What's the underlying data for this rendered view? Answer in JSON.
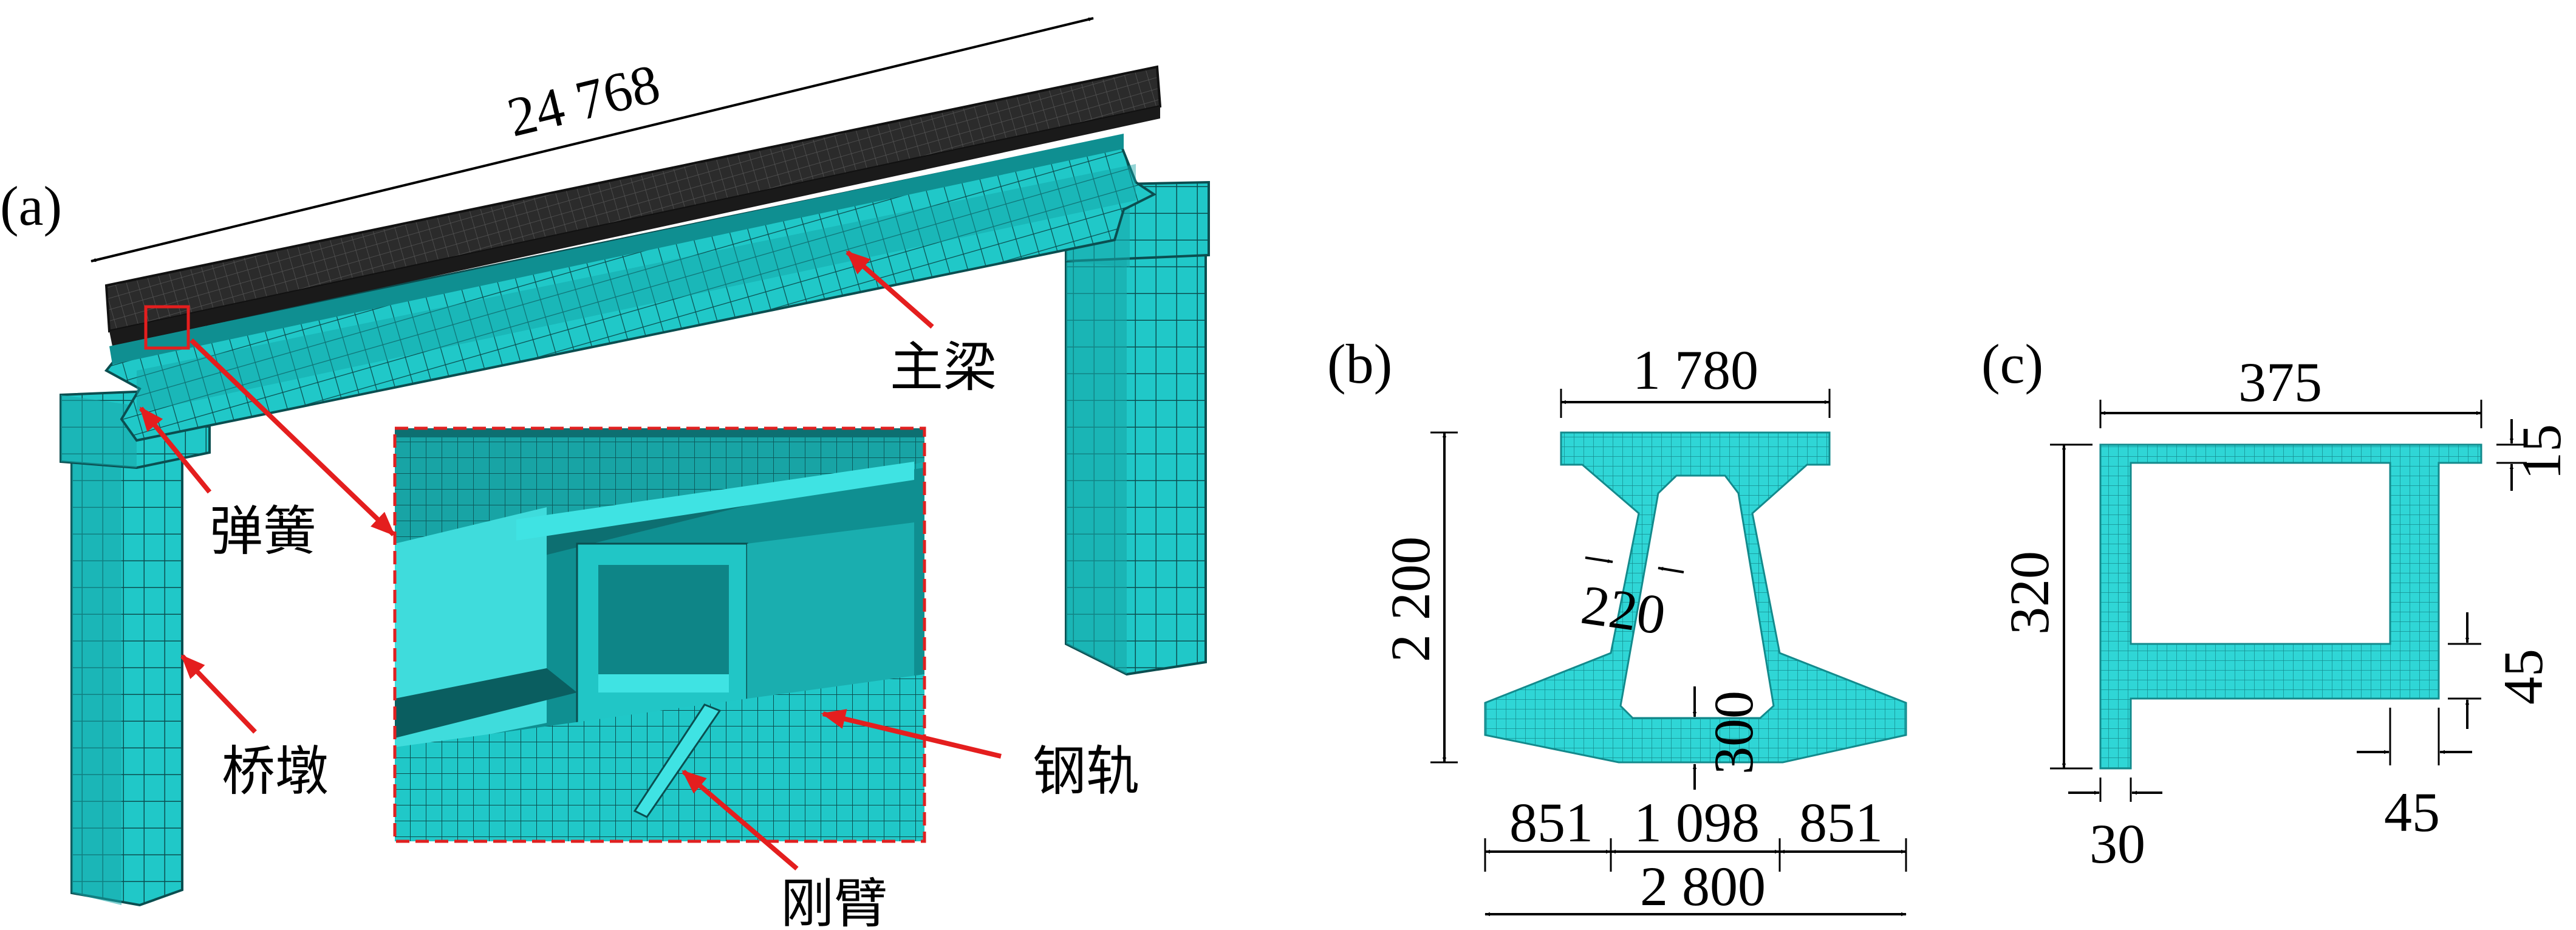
{
  "colors": {
    "mesh_fill": "#20c8c8",
    "mesh_light": "#3fdcdc",
    "mesh_dark": "#0f8f91",
    "mesh_line": "#0b4e50",
    "rail_dark": "#1d1d1d",
    "arrow_red": "#e41e1e",
    "inset_border": "#e02020",
    "dimension_line": "#000000"
  },
  "panels": {
    "a": {
      "label": "(a)",
      "length_dimension": "24 768",
      "labels": {
        "main_girder": "主梁",
        "spring": "弹簧",
        "pier": "桥墩",
        "rail": "钢轨",
        "rigid_arm": "刚臂"
      }
    },
    "b": {
      "label": "(b)",
      "top_width": "1 780",
      "height": "2 200",
      "web_thickness": "220",
      "bottom_slab": "300",
      "bottom_left": "851",
      "bottom_middle": "1 098",
      "bottom_right": "851",
      "total_width": "2 800"
    },
    "c": {
      "label": "(c)",
      "width": "375",
      "height": "320",
      "top_flange": "15",
      "right_vertical": "45",
      "bottom_horizontal": "45",
      "web": "30"
    }
  }
}
